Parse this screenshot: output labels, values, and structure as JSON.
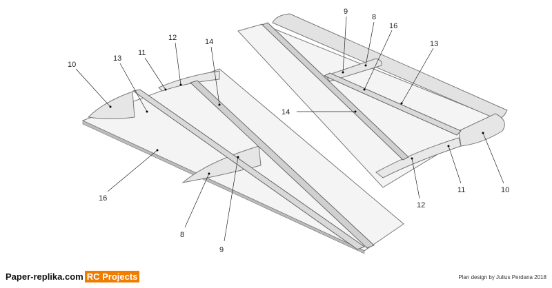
{
  "left_wing": {
    "labels": [
      "10",
      "13",
      "11",
      "12",
      "14",
      "16",
      "8",
      "9"
    ]
  },
  "right_wing": {
    "labels": [
      "9",
      "8",
      "16",
      "13",
      "14",
      "12",
      "11",
      "10"
    ]
  },
  "footer": {
    "site": "Paper-replika.com",
    "badge": "RC Projects",
    "credit": "Plan design by Julius Perdana 2018"
  },
  "colors": {
    "badge": "#f07d00"
  }
}
